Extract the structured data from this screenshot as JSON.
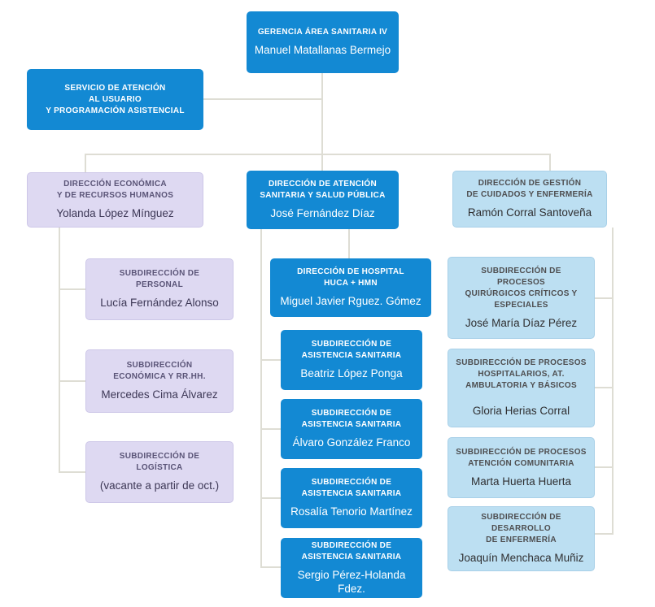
{
  "diagram_title": "Organigrama Gerencia Área Sanitaria IV",
  "colors": {
    "primary_blue": "#1389d3",
    "light_purple": "#ded9f2",
    "light_blue": "#bcdff2",
    "connector_gray": "#deddd4",
    "text_on_blue": "#ffffff",
    "purple_text": "#5a5477",
    "lightblue_text": "#4e4e50"
  },
  "nodes": {
    "root": {
      "title": "GERENCIA ÁREA SANITARIA IV",
      "name": "Manuel Matallanas Bermejo"
    },
    "servicio": {
      "title": "SERVICIO DE ATENCIÓN\nAL USUARIO\nY PROGRAMACIÓN ASISTENCIAL"
    },
    "dir_economica": {
      "title": "DIRECCIÓN ECONÓMICA\nY DE RECURSOS HUMANOS",
      "name": "Yolanda López Mínguez"
    },
    "dir_atencion": {
      "title": "DIRECCIÓN DE ATENCIÓN\nSANITARIA Y SALUD PÚBLICA",
      "name": "José Fernández Díaz"
    },
    "dir_gestion": {
      "title": "DIRECCIÓN DE GESTIÓN\nDE CUIDADOS Y ENFERMERÍA",
      "name": "Ramón Corral Santoveña"
    },
    "sub_personal": {
      "title": "SUBDIRECCIÓN DE\nPERSONAL",
      "name": "Lucía Fernández Alonso"
    },
    "sub_economica": {
      "title": "SUBDIRECCIÓN\nECONÓMICA Y RR.HH.",
      "name": "Mercedes Cima Álvarez"
    },
    "sub_logistica": {
      "title": "SUBDIRECCIÓN DE\nLOGÍSTICA",
      "name": "(vacante a partir de oct.)"
    },
    "dir_hospital": {
      "title": "DIRECCIÓN DE HOSPITAL\nHUCA + HMN",
      "name": "Miguel Javier Rguez. Gómez"
    },
    "asistencia_1": {
      "title": "SUBDIRECCIÓN DE\nASISTENCIA SANITARIA",
      "name": "Beatriz López Ponga"
    },
    "asistencia_2": {
      "title": "SUBDIRECCIÓN DE\nASISTENCIA SANITARIA",
      "name": "Álvaro González Franco"
    },
    "asistencia_3": {
      "title": "SUBDIRECCIÓN DE\nASISTENCIA SANITARIA",
      "name": "Rosalía Tenorio Martínez"
    },
    "asistencia_4": {
      "title": "SUBDIRECCIÓN DE\nASISTENCIA SANITARIA",
      "name": "Sergio Pérez-Holanda Fdez."
    },
    "proc_quirurgicos": {
      "title": "SUBDIRECCIÓN DE\nPROCESOS\nQUIRÚRGICOS CRÍTICOS Y\nESPECIALES",
      "name": "José María Díaz Pérez"
    },
    "proc_hospitalarios": {
      "title": "SUBDIRECCIÓN DE PROCESOS\nHOSPITALARIOS, AT.\nAMBULATORIA Y BÁSICOS",
      "name": "Gloria Herias Corral"
    },
    "proc_comunitaria": {
      "title": "SUBDIRECCIÓN DE PROCESOS\nATENCIÓN COMUNITARIA",
      "name": "Marta Huerta Huerta"
    },
    "desarrollo_enfermeria": {
      "title": "SUBDIRECCIÓN DE DESARROLLO\nDE ENFERMERÍA",
      "name": "Joaquín Menchaca Muñiz"
    }
  }
}
